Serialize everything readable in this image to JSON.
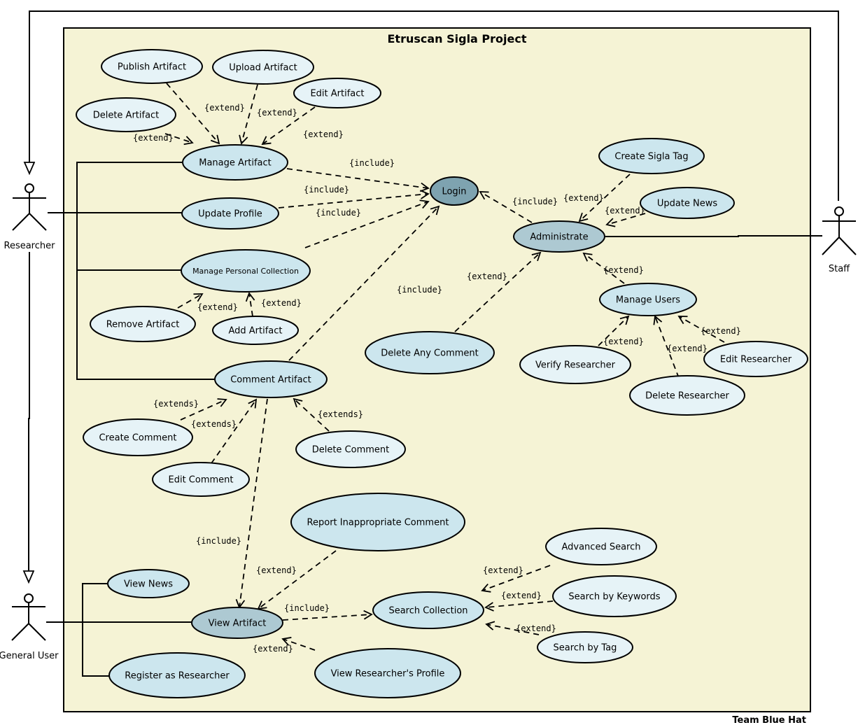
{
  "system": {
    "title": "Etruscan Sigla Project",
    "fill": "#f5f3d5",
    "footer": "Team Blue Hat"
  },
  "colors": {
    "ellipse_light": "#e6f3f7",
    "ellipse_mid": "#cce6ee",
    "ellipse_dark": "#adc9d2",
    "login": "#7ea3b0"
  },
  "actors": {
    "researcher": "Researcher",
    "staff": "Staff",
    "general_user": "General User"
  },
  "use_cases": {
    "publish_artifact": "Publish Artifact",
    "upload_artifact": "Upload Artifact",
    "edit_artifact": "Edit Artifact",
    "delete_artifact": "Delete Artifact",
    "manage_artifact": "Manage Artifact",
    "update_profile": "Update Profile",
    "manage_personal_collection": "Manage Personal Collection",
    "remove_artifact": "Remove Artifact",
    "add_artifact": "Add Artifact",
    "comment_artifact": "Comment Artifact",
    "create_comment": "Create Comment",
    "edit_comment": "Edit Comment",
    "delete_comment": "Delete Comment",
    "login": "Login",
    "create_sigla_tag": "Create Sigla Tag",
    "update_news": "Update News",
    "administrate": "Administrate",
    "delete_any_comment": "Delete Any Comment",
    "manage_users": "Manage Users",
    "verify_researcher": "Verify Researcher",
    "edit_researcher": "Edit Researcher",
    "delete_researcher": "Delete Researcher",
    "report_inappropriate_comment": "Report Inappropriate Comment",
    "advanced_search": "Advanced Search",
    "search_by_keywords": "Search by Keywords",
    "search_by_tag": "Search by Tag",
    "search_collection": "Search Collection",
    "view_news": "View News",
    "view_artifact": "View Artifact",
    "register_as_researcher": "Register as Researcher",
    "view_researchers_profile": "View Researcher's Profile"
  },
  "relations": {
    "extend": "{extend}",
    "extends": "{extends}",
    "include": "{include}"
  }
}
